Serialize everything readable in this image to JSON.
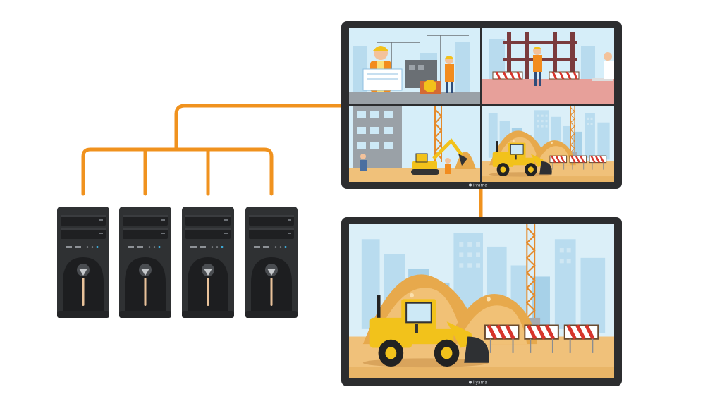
{
  "diagram": {
    "computers": [
      {
        "label": ""
      },
      {
        "label": ""
      },
      {
        "label": ""
      },
      {
        "label": ""
      }
    ],
    "displays": [
      {
        "name": "video-wall-display",
        "brand_label": "iiyama"
      },
      {
        "name": "single-display",
        "brand_label": "iiyama"
      }
    ],
    "colors": {
      "connector": "#f0921e",
      "computer_body": "#2f3133",
      "bezel": "#2c2d2f",
      "sky": "#d9eef8",
      "sand": "#f1c27a",
      "loader": "#f2c21b"
    }
  }
}
